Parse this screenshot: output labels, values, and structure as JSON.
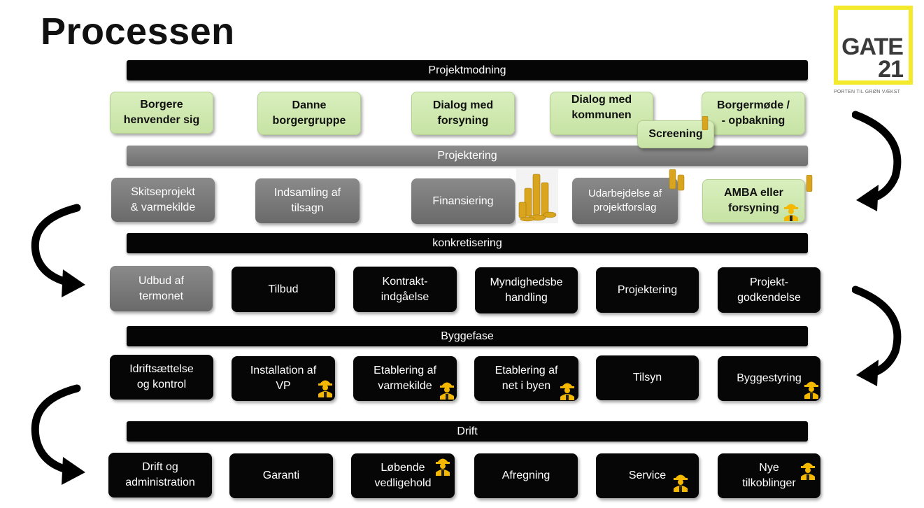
{
  "title": "Processen",
  "logo": {
    "line1": "GATE",
    "line2": "21",
    "tagline": "PORTEN TIL GRØN VÆKST"
  },
  "phases": {
    "projektmodning": "Projektmodning",
    "projektering": "Projektering",
    "konkretisering": "konkretisering",
    "byggefase": "Byggefase",
    "drift": "Drift"
  },
  "row1": [
    "Borgere\nhenvender sig",
    "Danne\nborgergruppe",
    "Dialog med\nforsyning",
    "Dialog med\nkommunen",
    "Borgermøde /\n- opbakning"
  ],
  "row1_overlay": "Screening",
  "row2": [
    "Skitseprojekt\n& varmekilde",
    "Indsamling af\ntilsagn",
    "Finansiering",
    "Udarbejdelse af\nprojektforslag",
    "AMBA eller\nforsyning"
  ],
  "row3": [
    "Udbud af\ntermonet",
    "Tilbud",
    "Kontrakt-\nindgåelse",
    "Myndighedsbe\nhandling",
    "Projektering",
    "Projekt-\ngodkendelse"
  ],
  "row4": [
    "Idriftsættelse\nog kontrol",
    "Installation af\nVP",
    "Etablering af\nvarmekilde",
    "Etablering af\nnet i byen",
    "Tilsyn",
    "Byggestyring"
  ],
  "row5": [
    "Drift og\nadministration",
    "Garanti",
    "Løbende\nvedligehold",
    "Afregning",
    "Service",
    "Nye\ntilkoblinger"
  ],
  "colors": {
    "green": "#cfe8b0",
    "grey": "#7a7a7a",
    "black": "#060606",
    "yellow": "#fff200",
    "logo_border": "#f2ea2b"
  },
  "icons": [
    "worker-icon",
    "coins-icon",
    "curved-arrow-icon"
  ]
}
